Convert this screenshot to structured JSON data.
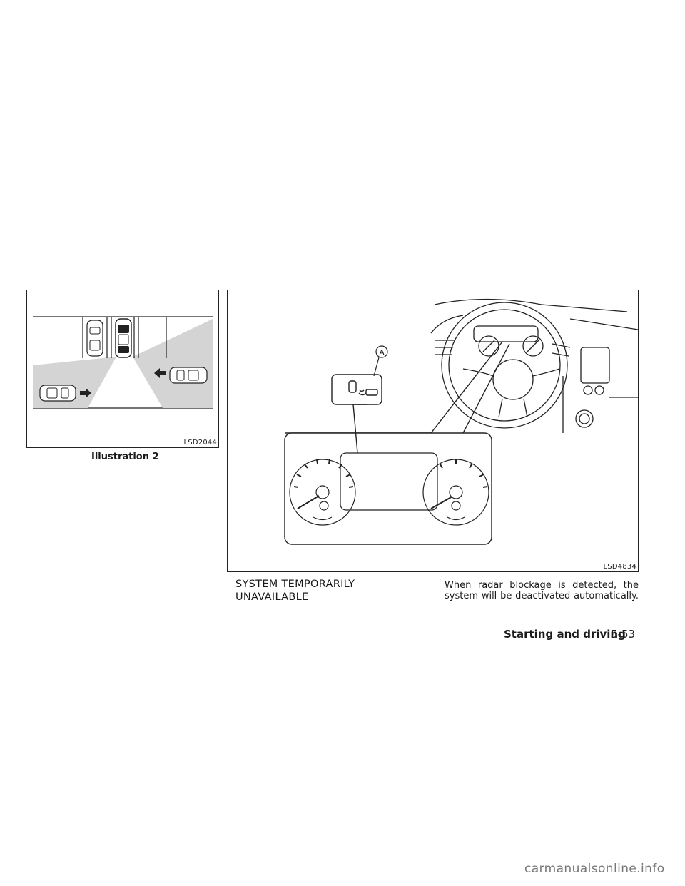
{
  "figure1": {
    "code": "LSD2044",
    "caption": "Illustration 2"
  },
  "figure2": {
    "code": "LSD4834",
    "callout_label": "A"
  },
  "section": {
    "heading_line1": "SYSTEM TEMPORARILY",
    "heading_line2": "UNAVAILABLE",
    "body_line1": "When radar blockage is detected, the",
    "body_line2": "system will be deactivated automatically."
  },
  "footer": {
    "title": "Starting and driving",
    "page": "5-53"
  },
  "watermark": "carmanualsonline.info",
  "colors": {
    "shade": "#d4d4d4",
    "line": "#222222"
  }
}
